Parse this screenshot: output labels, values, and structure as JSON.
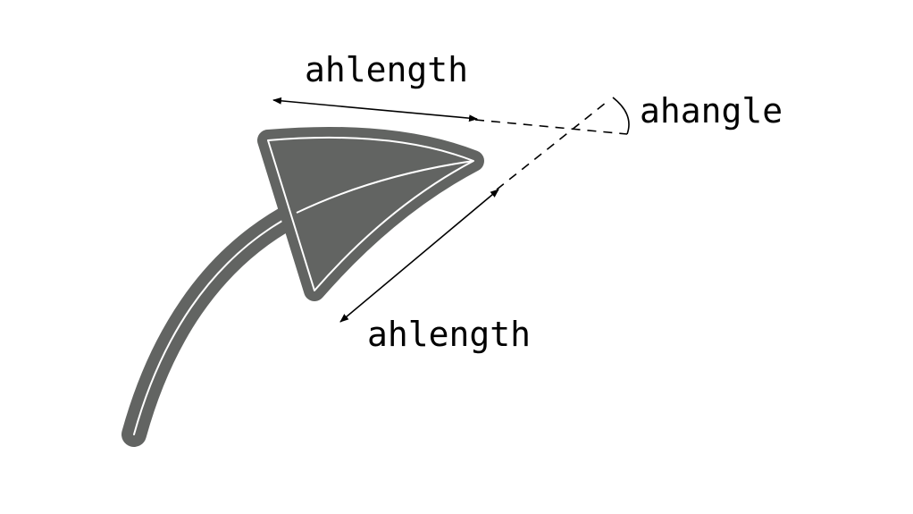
{
  "labels": {
    "top_length": "ahlength",
    "angle": "ahangle",
    "bottom_length": "ahlength"
  },
  "colors": {
    "arrow_fill": "#626462",
    "outline": "#ffffff",
    "dimension": "#000000",
    "background": "#ffffff"
  }
}
